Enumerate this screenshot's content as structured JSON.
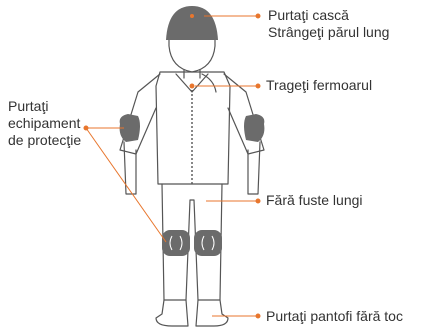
{
  "labels": {
    "helmet": [
      "Purtaţi cască",
      "Strângeţi părul lung"
    ],
    "zipper": [
      "Trageţi fermoarul"
    ],
    "protective_gear": [
      "Purtaţi",
      "echipament",
      "de protecţie"
    ],
    "no_long_skirts": [
      "Fără fuste lungi"
    ],
    "shoes": [
      "Purtaţi pantofi fără toc"
    ]
  },
  "colors": {
    "accent": "#e8762d",
    "gear": "#6b6b6b",
    "outline": "#555555",
    "text": "#333333"
  }
}
